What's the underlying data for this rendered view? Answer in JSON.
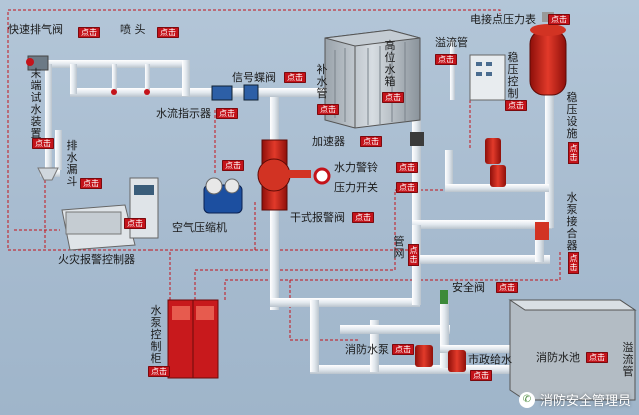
{
  "labels": {
    "fast_vent_valve": "快速排气阀",
    "sprinkler": "喷 头",
    "end_test_device": "末端试水装置",
    "drain_funnel": "排水漏斗",
    "signal_butterfly_valve": "信号蝶阀",
    "water_flow_indicator": "水流指示器",
    "roof_tank": "高位水箱",
    "overflow_pipe": "溢流管",
    "makeup_pipe": "补水管",
    "pressure_gauge": "电接点压力表",
    "regulator_cabinet": "稳压控制柜",
    "regulator_facility": "稳压设施",
    "accelerator": "加速器",
    "water_bell": "水力警铃",
    "pressure_switch": "压力开关",
    "air_compressor": "空气压缩机",
    "dry_alarm_valve": "干式报警阀",
    "fire_alarm_controller": "火灾报警控制器",
    "pipe_network": "管网",
    "safety_valve": "安全阀",
    "pump_adapter": "水泵接合器",
    "pump_control_cabinet": "水泵控制柜",
    "fire_pump": "消防水泵",
    "municipal_supply": "市政给水",
    "fire_pool": "消防水池",
    "pool_overflow": "溢流管"
  },
  "click_label": "点击",
  "watermark": {
    "text": "消防安全管理员",
    "icon": "wechat-icon"
  },
  "colors": {
    "background": "#a9bdd0",
    "pipe": "#e9eef3",
    "button": "#c4131a",
    "valve": "#d42a1e",
    "dashed_wire": "#c4131a"
  }
}
